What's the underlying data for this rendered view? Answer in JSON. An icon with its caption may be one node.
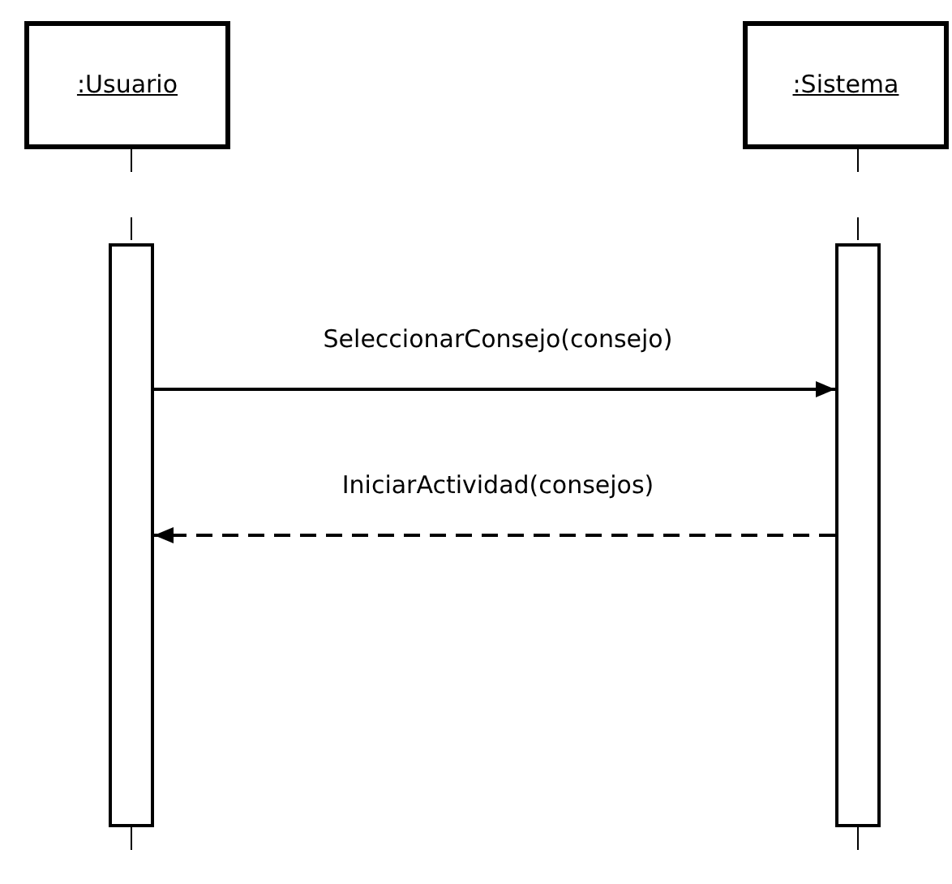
{
  "diagram": {
    "nodes": [
      {
        "text": [
          ":Usuario"
        ]
      },
      {
        "text": [
          ":Sistema"
        ]
      },
      {
        "text": [],
        "shape": "bar"
      },
      {
        "text": [],
        "shape": "bar"
      }
    ],
    "edges": [
      {
        "from": 0,
        "to": 2,
        "arrow": "none",
        "style": "dashed"
      },
      {
        "from": 1,
        "to": 3,
        "arrow": "none",
        "style": "dashed"
      },
      {
        "from": 2,
        "to": null,
        "arrow": "none",
        "style": "dashed"
      },
      {
        "from": 3,
        "to": null,
        "arrow": "none",
        "style": "dashed"
      },
      {
        "from": 2,
        "to": 3,
        "arrow": "to",
        "label": "SeleccionarConsejo(consejo)"
      },
      {
        "from": 3,
        "to": 2,
        "arrow": "to",
        "label": "IniciarActividad(consejos)",
        "style": "dashed"
      }
    ]
  }
}
